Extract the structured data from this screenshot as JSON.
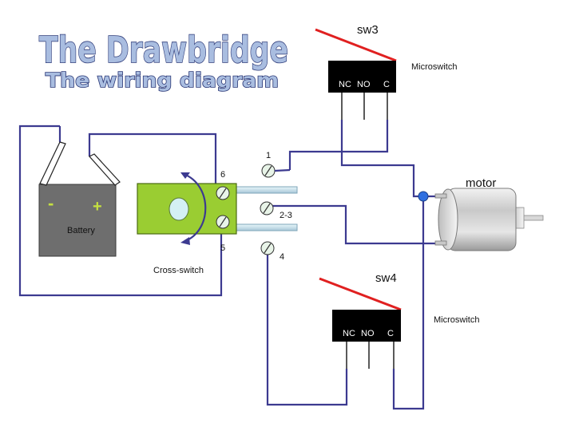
{
  "title": {
    "main": "The Drawbridge",
    "sub": "The wiring diagram"
  },
  "battery": {
    "label": "Battery",
    "minus": "-",
    "plus": "+"
  },
  "cross_switch": {
    "label": "Cross-switch",
    "terminal_top": "6",
    "terminal_bottom": "5"
  },
  "contacts": {
    "c1": "1",
    "c23": "2-3",
    "c4": "4"
  },
  "sw3": {
    "name": "sw3",
    "type": "Microswitch",
    "pins": [
      "NC",
      "NO",
      "C"
    ]
  },
  "sw4": {
    "name": "sw4",
    "type": "Microswitch",
    "pins": [
      "NC",
      "NO",
      "C"
    ]
  },
  "motor": {
    "label": "motor"
  },
  "colors": {
    "wire": "#3c3a90",
    "battery_body": "#6e6e6e",
    "battery_polarity": "#c5e040",
    "switch_body": "#9acd32",
    "lever": "#e02020",
    "junction": "#2f6fe0"
  }
}
